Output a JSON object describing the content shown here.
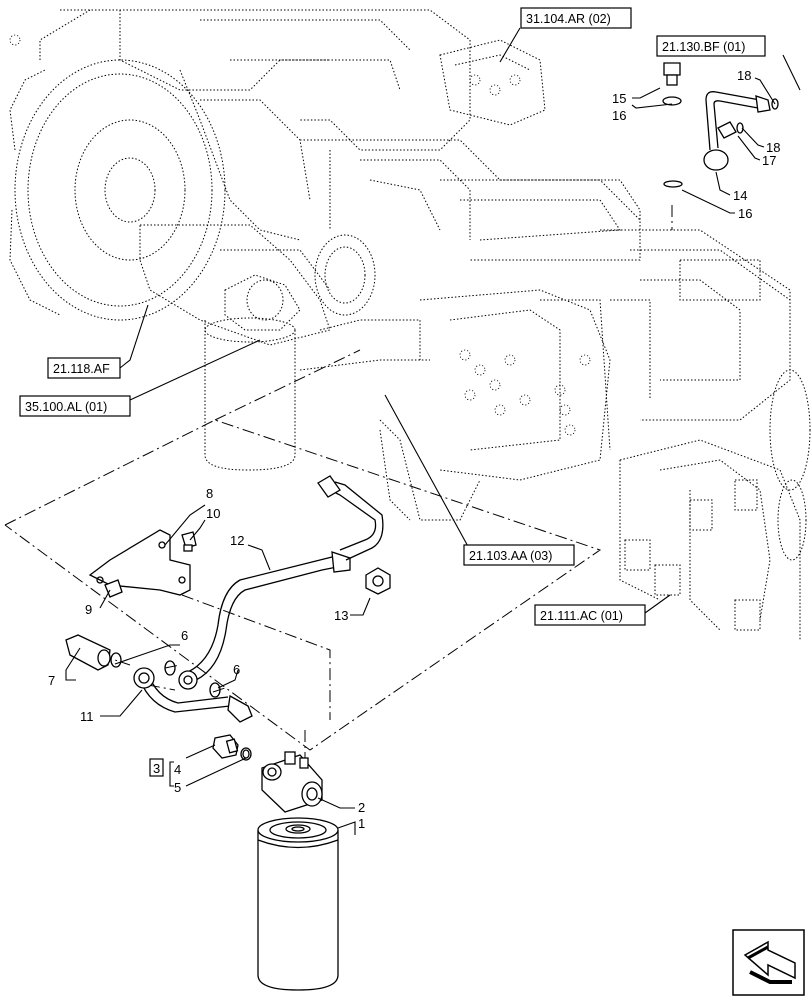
{
  "diagram": {
    "callouts": [
      {
        "id": "c1",
        "label": "1"
      },
      {
        "id": "c2",
        "label": "2"
      },
      {
        "id": "c3",
        "label": "3"
      },
      {
        "id": "c4",
        "label": "4"
      },
      {
        "id": "c5",
        "label": "5"
      },
      {
        "id": "c6a",
        "label": "6"
      },
      {
        "id": "c6b",
        "label": "6"
      },
      {
        "id": "c7",
        "label": "7"
      },
      {
        "id": "c8",
        "label": "8"
      },
      {
        "id": "c9",
        "label": "9"
      },
      {
        "id": "c10",
        "label": "10"
      },
      {
        "id": "c11",
        "label": "11"
      },
      {
        "id": "c12",
        "label": "12"
      },
      {
        "id": "c13",
        "label": "13"
      },
      {
        "id": "c14",
        "label": "14"
      },
      {
        "id": "c15",
        "label": "15"
      },
      {
        "id": "c16a",
        "label": "16"
      },
      {
        "id": "c16b",
        "label": "16"
      },
      {
        "id": "c17",
        "label": "17"
      },
      {
        "id": "c18a",
        "label": "18"
      },
      {
        "id": "c18b",
        "label": "18"
      }
    ],
    "references": [
      {
        "id": "r1",
        "label": "31.104.AR (02)"
      },
      {
        "id": "r2",
        "label": "21.130.BF (01)"
      },
      {
        "id": "r3",
        "label": "21.118.AF"
      },
      {
        "id": "r4",
        "label": "35.100.AL (01)"
      },
      {
        "id": "r5",
        "label": "21.103.AA (03)"
      },
      {
        "id": "r6",
        "label": "21.111.AC (01)"
      }
    ],
    "nav_icon": "arrow-left-icon"
  }
}
